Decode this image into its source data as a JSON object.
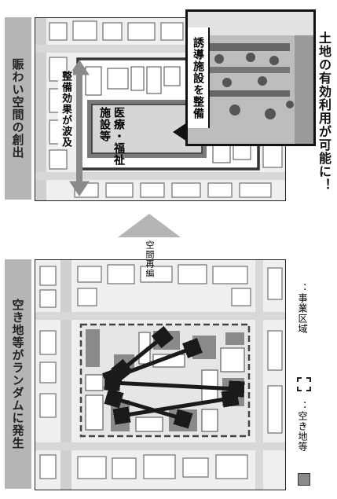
{
  "left_panel": {
    "banner": "空き地等がランダムに発生",
    "legend_vacant": "：空き地等",
    "legend_area": "：事業区域"
  },
  "transition": {
    "label": "空間再編"
  },
  "right_panel": {
    "banner": "賑わい空間の創出",
    "ripple_label": "整備効果が波及",
    "facility_label_line1": "医療・福祉",
    "facility_label_line2": "施設等",
    "callout": "誘導施設を整備",
    "side_caption": "土地の有効利用が可能に！"
  },
  "colors": {
    "banner_bg": "#b5b5b5",
    "vacant_gray": "#8a8a8a",
    "arrow_dark": "#1a1a1a",
    "road": "#c8c8c8",
    "boundary": "#222222"
  }
}
